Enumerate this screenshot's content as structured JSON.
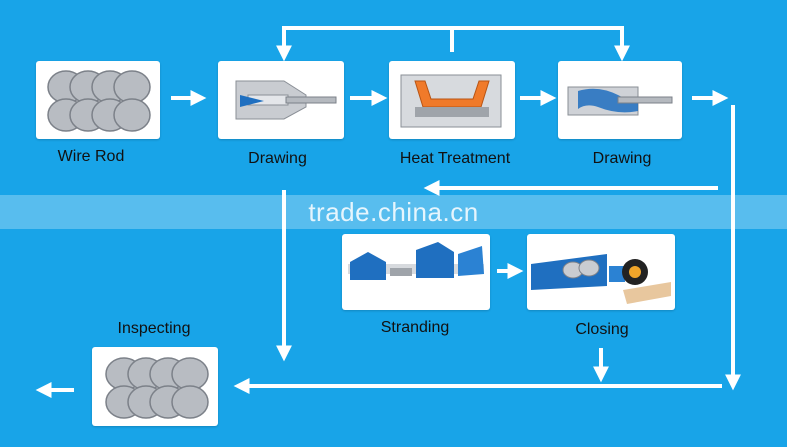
{
  "steps": {
    "wire_rod": "Wire Rod",
    "drawing_1": "Drawing",
    "heat_treatment": "Heat Treatment",
    "drawing_2": "Drawing",
    "stranding": "Stranding",
    "closing": "Closing",
    "inspecting": "Inspecting"
  },
  "watermark": "trade.china.cn",
  "colors": {
    "background": "#18a4e8",
    "arrow": "#ffffff",
    "card": "#ffffff",
    "machine_blue": "#1f6fc0",
    "furnace_orange": "#f07a2a"
  }
}
